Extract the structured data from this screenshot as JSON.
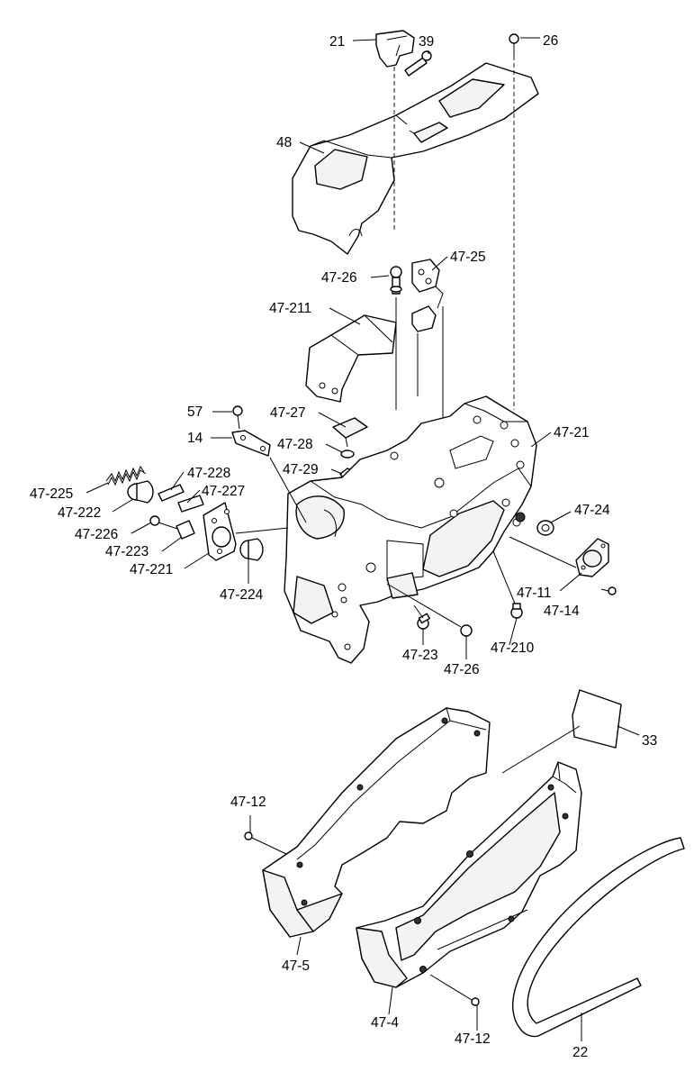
{
  "labels": {
    "l21": "21",
    "l39": "39",
    "l26": "26",
    "l48": "48",
    "l47_25": "47-25",
    "l47_26a": "47-26",
    "l47_211": "47-211",
    "l57": "57",
    "l47_27": "47-27",
    "l14": "14",
    "l47_28": "47-28",
    "l47_29": "47-29",
    "l47_21": "47-21",
    "l47_228": "47-228",
    "l47_225": "47-225",
    "l47_227": "47-227",
    "l47_222": "47-222",
    "l47_226": "47-226",
    "l47_223": "47-223",
    "l47_221": "47-221",
    "l47_224": "47-224",
    "l47_24": "47-24",
    "l47_11": "47-11",
    "l47_14": "47-14",
    "l47_23": "47-23",
    "l47_210": "47-210",
    "l47_26b": "47-26",
    "l33": "33",
    "l47_12a": "47-12",
    "l47_5": "47-5",
    "l47_4": "47-4",
    "l47_12b": "47-12",
    "l22": "22"
  }
}
